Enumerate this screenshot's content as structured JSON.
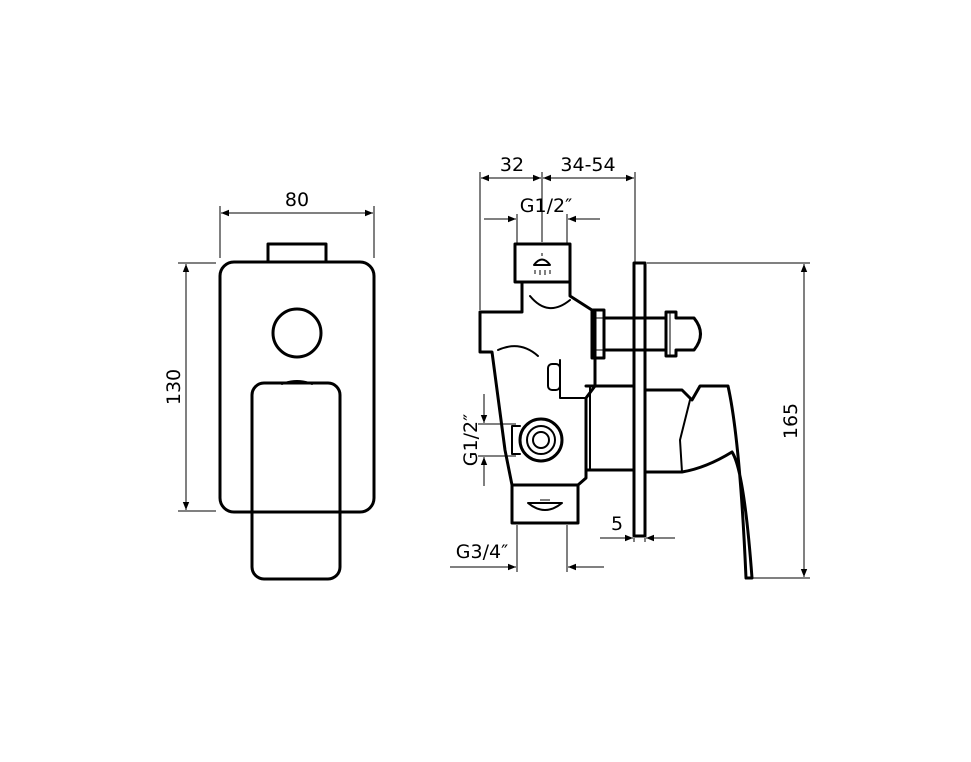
{
  "front_view": {
    "width_label": "80",
    "height_label": "130"
  },
  "side_view": {
    "dim_top_left": "32",
    "dim_top_right": "34-54",
    "thread_outlet_top": "G1/2″",
    "thread_inlet_left": "G1/2″",
    "thread_outlet_bottom": "G3/4″",
    "plate_thickness": "5",
    "total_height": "165"
  },
  "icons": {
    "top_outlet": "shower-head-icon",
    "bottom_outlet": "bathtub-spout-icon"
  }
}
